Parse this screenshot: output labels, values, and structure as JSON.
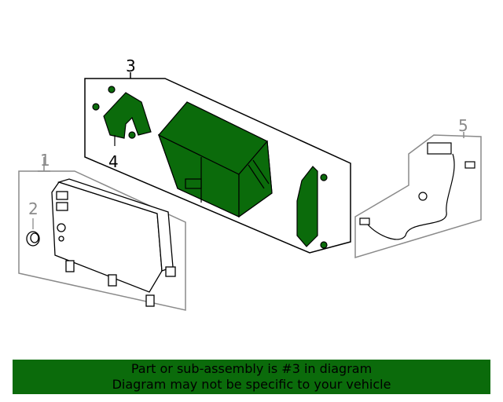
{
  "callouts": {
    "c1": "1",
    "c2": "2",
    "c3": "3",
    "c4": "4",
    "c5": "5"
  },
  "banner": {
    "line1": "Part or sub-assembly is #3 in diagram",
    "line2": "Diagram may not be specific to your vehicle"
  },
  "colors": {
    "highlight": "#0b6b0b",
    "outline": "#000000",
    "inactive_outline": "#8a8a8a"
  }
}
